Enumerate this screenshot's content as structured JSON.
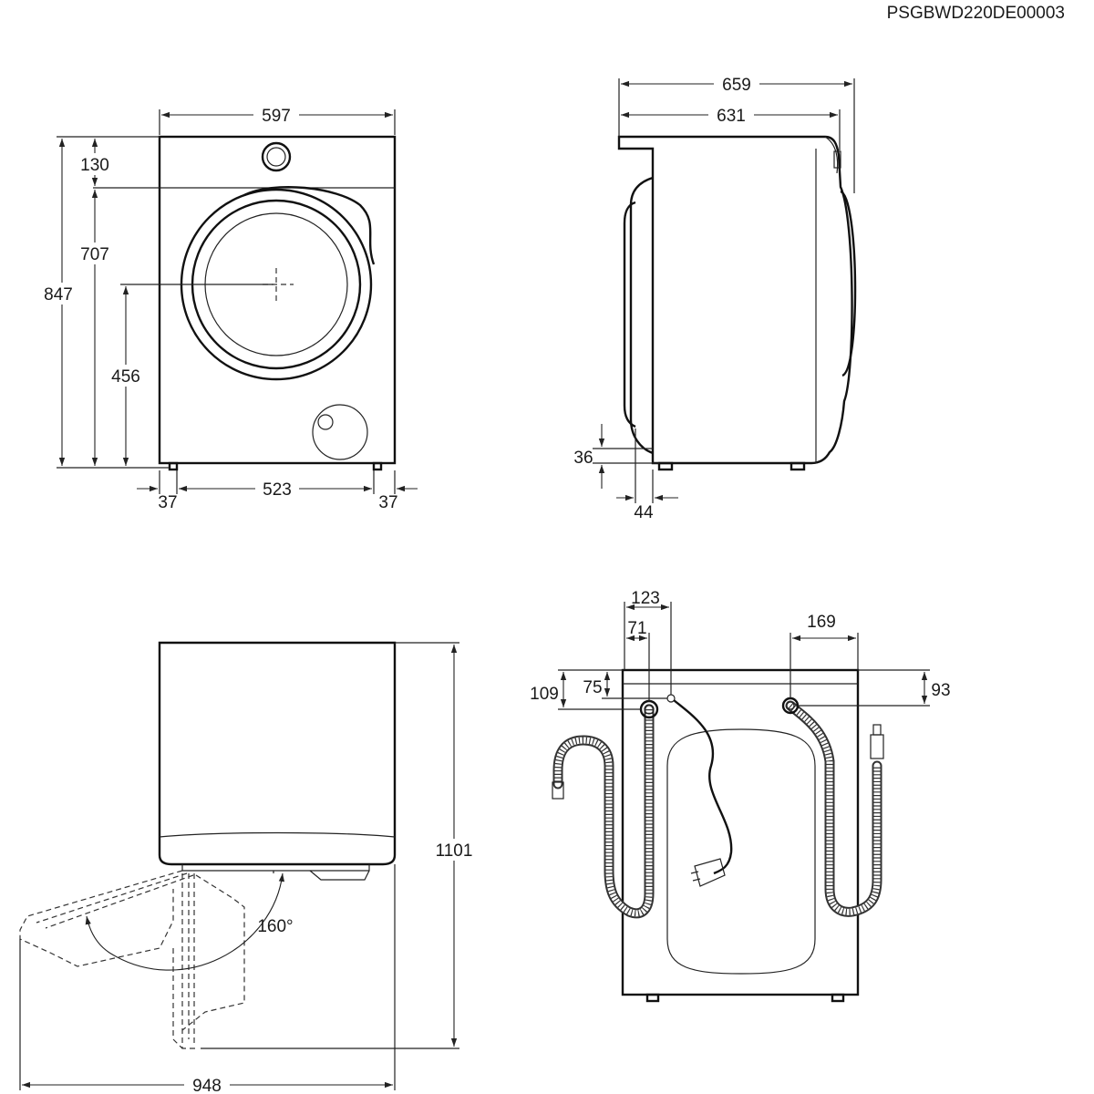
{
  "reference_code": "PSGBWD220DE00003",
  "front_view": {
    "width": "597",
    "height": "847",
    "top_panel": "130",
    "door_top": "707",
    "door_center": "456",
    "foot_left": "37",
    "foot_span": "523",
    "foot_right": "37"
  },
  "side_view": {
    "overall_depth": "659",
    "body_depth": "631",
    "floor_clearance": "36",
    "foot_inset": "44"
  },
  "top_view": {
    "door_swing_depth": "948",
    "door_open_depth": "1101",
    "door_angle": "160°"
  },
  "back_view": {
    "drain_hose_offset": "123",
    "power_cable_offset": "71",
    "inlet_hose_offset": "169",
    "drain_hose_drop": "109",
    "power_cable_drop": "75",
    "inlet_hose_drop": "93"
  }
}
